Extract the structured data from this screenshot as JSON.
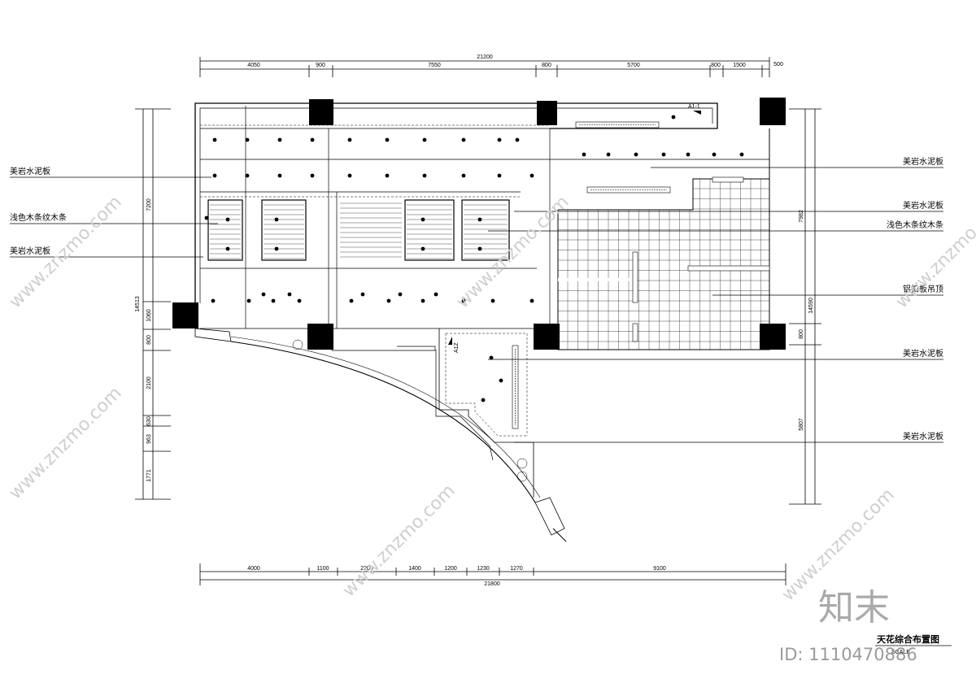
{
  "drawing": {
    "title": "天花综合布置图",
    "scale_text": "SCALE",
    "top_total": "21200",
    "top_dims": [
      "4050",
      "900",
      "7550",
      "800",
      "5700",
      "800",
      "1500",
      "500"
    ],
    "bottom_total": "21800",
    "bottom_dims": [
      "4000",
      "1100",
      "2200",
      "1400",
      "1200",
      "1230",
      "1270",
      "9100"
    ],
    "left_total": "14513",
    "left_dims": [
      "7200",
      "1060",
      "800",
      "2100",
      "630",
      "963",
      "1771"
    ],
    "right_total": "14590",
    "right_dims": [
      "7982",
      "800",
      "5807"
    ],
    "labels_left": [
      "美岩水泥板",
      "浅色木条纹木条",
      "美岩水泥板"
    ],
    "labels_right": [
      "美岩水泥板",
      "美岩水泥板",
      "浅色木条纹木条",
      "铝扣板吊顶",
      "美岩水泥板",
      "美岩水泥板"
    ],
    "tags": [
      "A1-1",
      "A1Z"
    ]
  },
  "watermark": {
    "site": "www.znzmo.com",
    "logo": "知末",
    "id_text": "ID: 1110470886"
  }
}
